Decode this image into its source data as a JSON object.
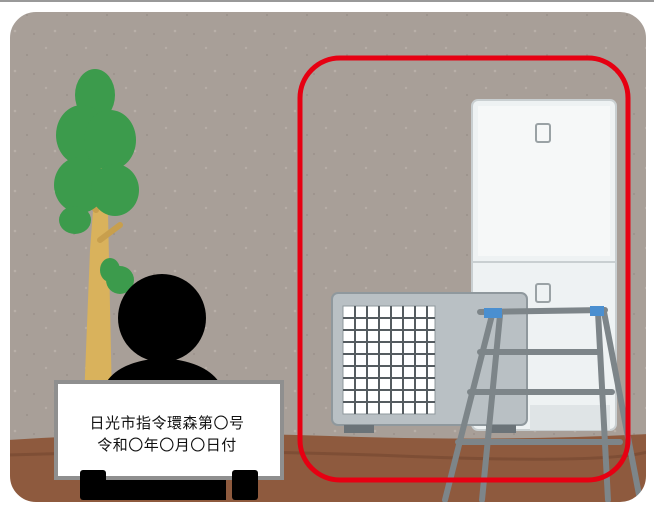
{
  "scene": {
    "sign": {
      "line1": "日光市指令環森第〇号",
      "line2": "令和〇年〇月〇日付"
    },
    "colors": {
      "wall": "#a89f98",
      "ground": "#8e5a3e",
      "highlight": "#e60012",
      "silhouette": "#000000"
    },
    "objects": [
      "tree",
      "person-silhouette-holding-sign",
      "heat-pump-outdoor-unit",
      "hot-water-storage-tank",
      "aluminum-stepladder"
    ]
  }
}
